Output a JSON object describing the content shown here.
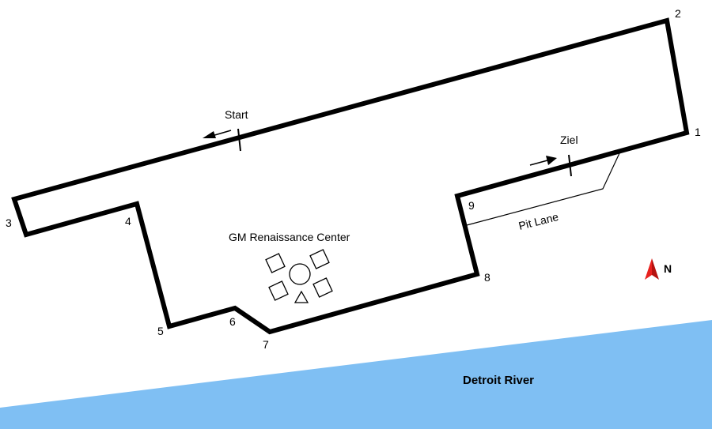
{
  "colors": {
    "track": "#000000",
    "river": "#7fbff3",
    "north_arrow": "#e8211e",
    "background": "#ffffff"
  },
  "labels": {
    "start": "Start",
    "finish": "Ziel",
    "pit_lane": "Pit Lane",
    "landmark": "GM Renaissance Center",
    "river": "Detroit River",
    "north": "N"
  },
  "turns": [
    "1",
    "2",
    "3",
    "4",
    "5",
    "6",
    "7",
    "8",
    "9"
  ],
  "icons": {
    "north": "north-arrow-icon",
    "landmark": "building-complex-icon"
  }
}
